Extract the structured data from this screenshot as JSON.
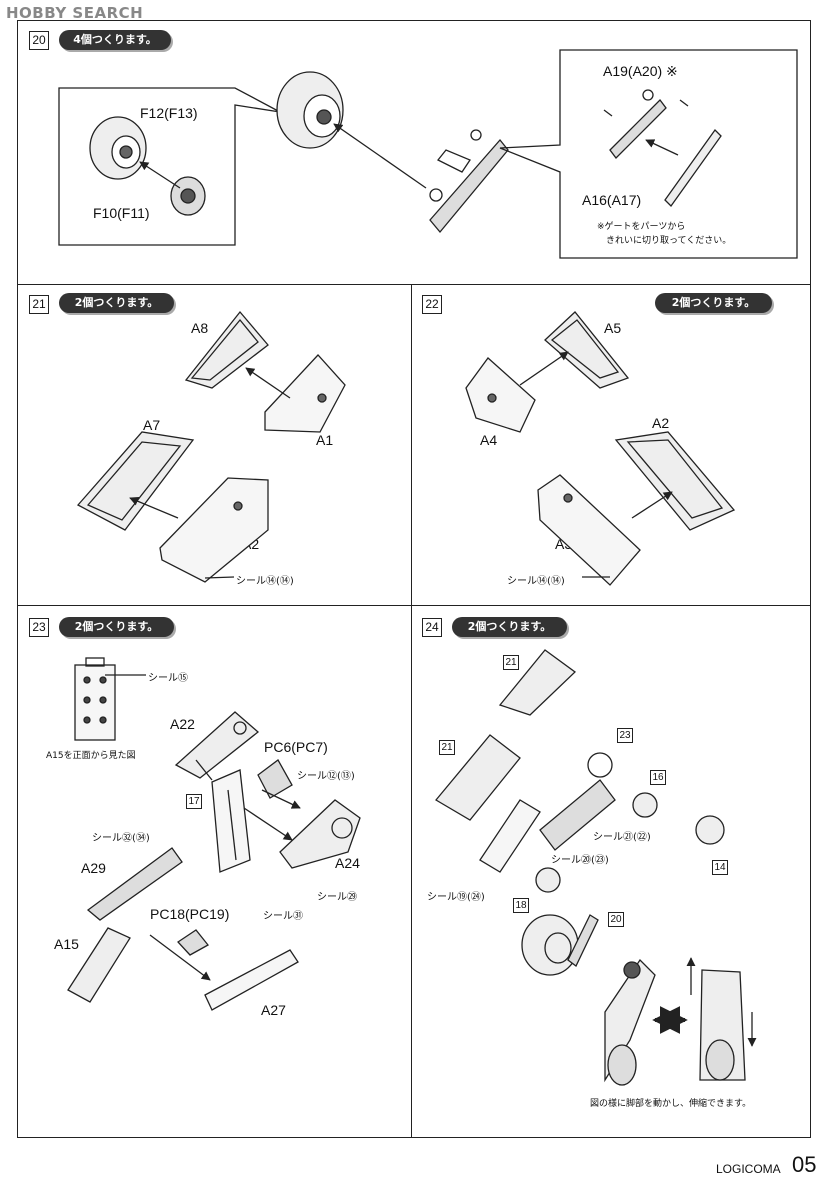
{
  "watermark": "HOBBY SEARCH",
  "steps": {
    "s20": {
      "number": "20",
      "pill": "4個つくります。",
      "labels": {
        "f12": "F12(F13)",
        "f10": "F10(F11)",
        "a19": "A19(A20) ※",
        "a16": "A16(A17)"
      },
      "note_line1": "※ゲートをパーツから",
      "note_line2": "きれいに切り取ってください。"
    },
    "s21": {
      "number": "21",
      "pill": "2個つくります。",
      "labels": {
        "a8": "A8",
        "a1": "A1",
        "a7": "A7",
        "a2": "A2"
      },
      "sticker": "シール⑭(⑭)"
    },
    "s22": {
      "number": "22",
      "pill": "2個つくります。",
      "labels": {
        "a5": "A5",
        "a4": "A4",
        "a2": "A2",
        "a3": "A3"
      },
      "sticker": "シール⑭(⑭)"
    },
    "s23": {
      "number": "23",
      "pill": "2個つくります。",
      "labels": {
        "a22": "A22",
        "pc6": "PC6(PC7)",
        "a24": "A24",
        "a29": "A29",
        "pc18": "PC18(PC19)",
        "a15": "A15",
        "a27": "A27"
      },
      "stickers": {
        "s15": "シール⑮",
        "s12": "シール⑫(⑬)",
        "s32": "シール㉜(㉞)",
        "s29": "シール㉙",
        "s31": "シール㉛"
      },
      "front_view": "A15を正面から見た図",
      "ref17": "17"
    },
    "s24": {
      "number": "24",
      "pill": "2個つくります。",
      "refs": {
        "r21a": "21",
        "r21b": "21",
        "r23": "23",
        "r16": "16",
        "r14": "14",
        "r18": "18",
        "r20": "20"
      },
      "stickers": {
        "s21": "シール㉑(㉒)",
        "s20": "シール⑳(㉓)",
        "s19": "シール⑲(㉔)"
      },
      "caption": "図の様に脚部を動かし、伸縮できます。"
    }
  },
  "footer": {
    "brand": "LOGICOMA",
    "page": "05"
  }
}
